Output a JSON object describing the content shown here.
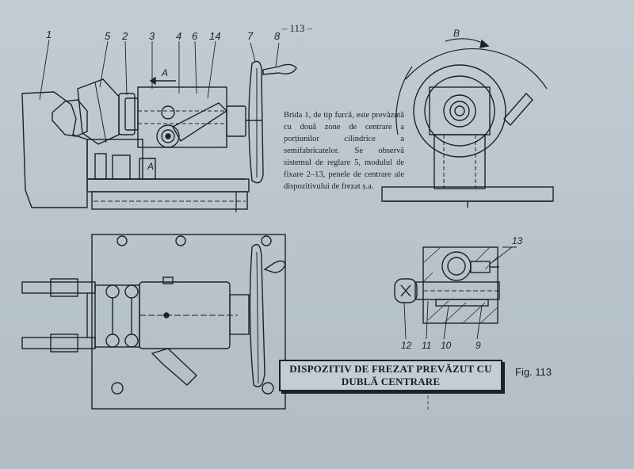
{
  "page_number": "– 113 –",
  "caption": "Brida 1, de tip furcă, este prevăzută cu două zone de centrare a porțiunilor cilindrice a semifabricatelor. Se observă sistemul de reglare 5, modulul de fixare 2–13, penele de centrare ale dispozitivului de frezat ș.a.",
  "title": {
    "line1": "DISPOZITIV DE FREZAT PREVĂZUT CU",
    "line2": "DUBLĂ CENTRARE"
  },
  "figure_label": "Fig. 113",
  "part_labels": {
    "p1": "1",
    "p5": "5",
    "p2": "2",
    "p3": "3",
    "p4": "4",
    "p6": "6",
    "p14": "14",
    "p7": "7",
    "p8": "8",
    "p13": "13",
    "p12": "12",
    "p11": "11",
    "p10": "10",
    "p9": "9"
  },
  "section_labels": {
    "a_top": "A",
    "a_bottom": "A",
    "b": "B"
  },
  "colors": {
    "paper": "#bfc9d0",
    "ink": "#1e2227"
  }
}
